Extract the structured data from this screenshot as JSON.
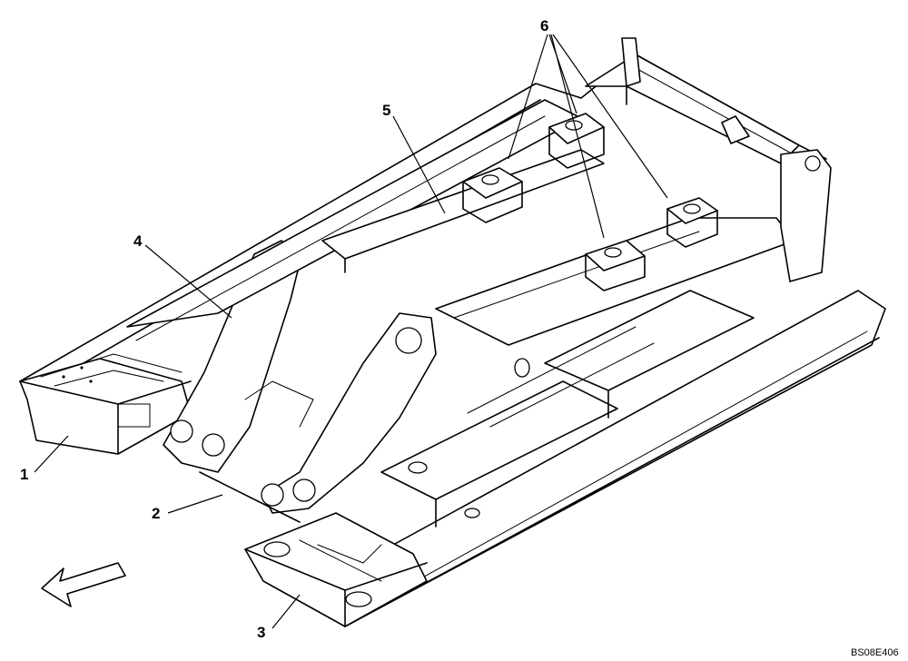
{
  "callouts": [
    {
      "id": "1",
      "label": "1"
    },
    {
      "id": "2",
      "label": "2"
    },
    {
      "id": "3",
      "label": "3"
    },
    {
      "id": "4",
      "label": "4"
    },
    {
      "id": "5",
      "label": "5"
    },
    {
      "id": "6",
      "label": "6"
    }
  ],
  "drawing_reference": "BS08E406",
  "icons": {
    "direction_arrow": "front-direction-arrow-icon"
  }
}
